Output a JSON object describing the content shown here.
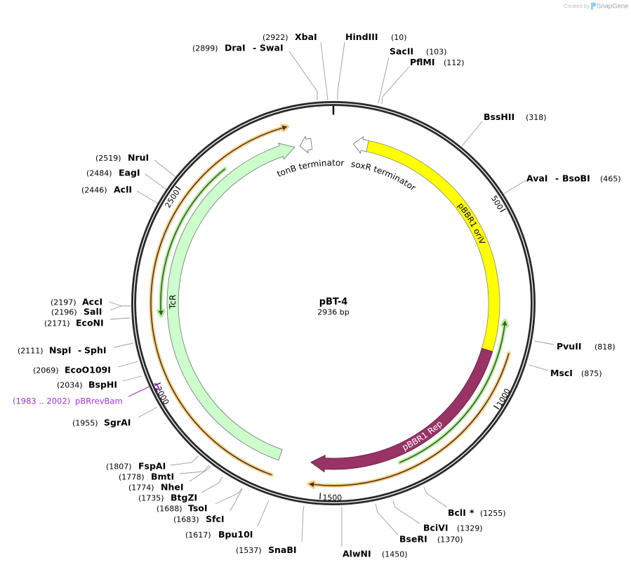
{
  "branding": {
    "created_by": "Created by",
    "app_name": "SnapGene",
    "logo_color": "#8fd0f0"
  },
  "plasmid": {
    "name": "pBT-4",
    "length_bp": 2936,
    "length_label": "2936 bp",
    "backbone_color": "#2a2a2a"
  },
  "ticks": [
    {
      "bp": 500,
      "label": "500"
    },
    {
      "bp": 1000,
      "label": "1000"
    },
    {
      "bp": 1500,
      "label": "1500"
    },
    {
      "bp": 2000,
      "label": "2000"
    },
    {
      "bp": 2500,
      "label": "2500"
    }
  ],
  "features": [
    {
      "name": "soxR terminator",
      "start": 58,
      "end": 100,
      "direction": "reverse",
      "fill": "#ffffff",
      "stroke": "#7a7a7a",
      "label_color": "#000000"
    },
    {
      "name": "pBBR1 oriV",
      "start": 100,
      "end": 872,
      "direction": "none",
      "fill": "#ffff00",
      "stroke": "#8a8a5a",
      "label_color": "#000000"
    },
    {
      "name": "pBBR1 Rep",
      "start": 872,
      "end": 1534,
      "direction": "forward",
      "fill": "#993366",
      "stroke": "#5a1f3d",
      "label_color": "#ffffff"
    },
    {
      "name": "TcR",
      "start": 1625,
      "end": 2822,
      "direction": "forward",
      "fill": "#ccffcc",
      "stroke": "#6f6f6f",
      "label_color": "#000000"
    },
    {
      "name": "tonB terminator",
      "start": 2838,
      "end": 2872,
      "direction": "reverse",
      "fill": "#ffffff",
      "stroke": "#7a7a7a",
      "label_color": "#000000"
    }
  ],
  "orfs": [
    {
      "start": 1629,
      "end": 2817,
      "direction": "forward",
      "color": "orange",
      "line": "#4a3a22",
      "halo": "#fdd08a"
    },
    {
      "start": 864,
      "end": 1531,
      "direction": "forward",
      "color": "orange",
      "line": "#4a3a22",
      "halo": "#fdd08a"
    },
    {
      "start": 2168,
      "end": 2619,
      "direction": "reverse",
      "color": "green",
      "line": "#3c5b2a",
      "halo": "#b4ef9c"
    },
    {
      "start": 781,
      "end": 1284,
      "direction": "reverse",
      "color": "green",
      "line": "#3c5b2a",
      "halo": "#b4ef9c"
    }
  ],
  "primers": [
    {
      "name": "pBRrevBam",
      "range": "(1983 .. 2002)",
      "start": 1983,
      "end": 2002,
      "color": "#a030e0"
    }
  ],
  "enzymes": [
    {
      "name": "HindIII",
      "position": "(10)"
    },
    {
      "name": "SacII",
      "position": "(103)"
    },
    {
      "name": "PflMI",
      "position": "(112)"
    },
    {
      "name": "BssHII",
      "position": "(318)"
    },
    {
      "name": "AvaI",
      "separator": "-",
      "name2": "BsoBI",
      "position": "(465)"
    },
    {
      "name": "PvuII",
      "position": "(818)"
    },
    {
      "name": "MscI",
      "position": "(875)"
    },
    {
      "name": "BclI",
      "marker": "*",
      "position": "(1255)"
    },
    {
      "name": "BciVI",
      "position": "(1329)"
    },
    {
      "name": "BseRI",
      "position": "(1370)"
    },
    {
      "name": "AlwNI",
      "position": "(1450)"
    },
    {
      "name": "SnaBI",
      "position": "(1537)"
    },
    {
      "name": "Bpu10I",
      "position": "(1617)"
    },
    {
      "name": "SfcI",
      "position": "(1683)"
    },
    {
      "name": "TsoI",
      "position": "(1688)"
    },
    {
      "name": "BtgZI",
      "position": "(1735)"
    },
    {
      "name": "NheI",
      "position": "(1774)"
    },
    {
      "name": "BmtI",
      "position": "(1778)"
    },
    {
      "name": "FspAI",
      "position": "(1807)"
    },
    {
      "name": "SgrAI",
      "position": "(1955)"
    },
    {
      "name": "BspHI",
      "position": "(2034)"
    },
    {
      "name": "EcoO109I",
      "position": "(2069)"
    },
    {
      "name": "NspI",
      "separator": "-",
      "name2": "SphI",
      "position": "(2111)"
    },
    {
      "name": "EcoNI",
      "position": "(2171)"
    },
    {
      "name": "SalI",
      "position": "(2196)"
    },
    {
      "name": "AccI",
      "position": "(2197)"
    },
    {
      "name": "AclI",
      "position": "(2446)"
    },
    {
      "name": "EagI",
      "position": "(2484)"
    },
    {
      "name": "NruI",
      "position": "(2519)"
    },
    {
      "name": "DraI",
      "separator": "-",
      "name2": "SwaI",
      "position": "(2899)"
    },
    {
      "name": "XbaI",
      "position": "(2922)"
    }
  ]
}
